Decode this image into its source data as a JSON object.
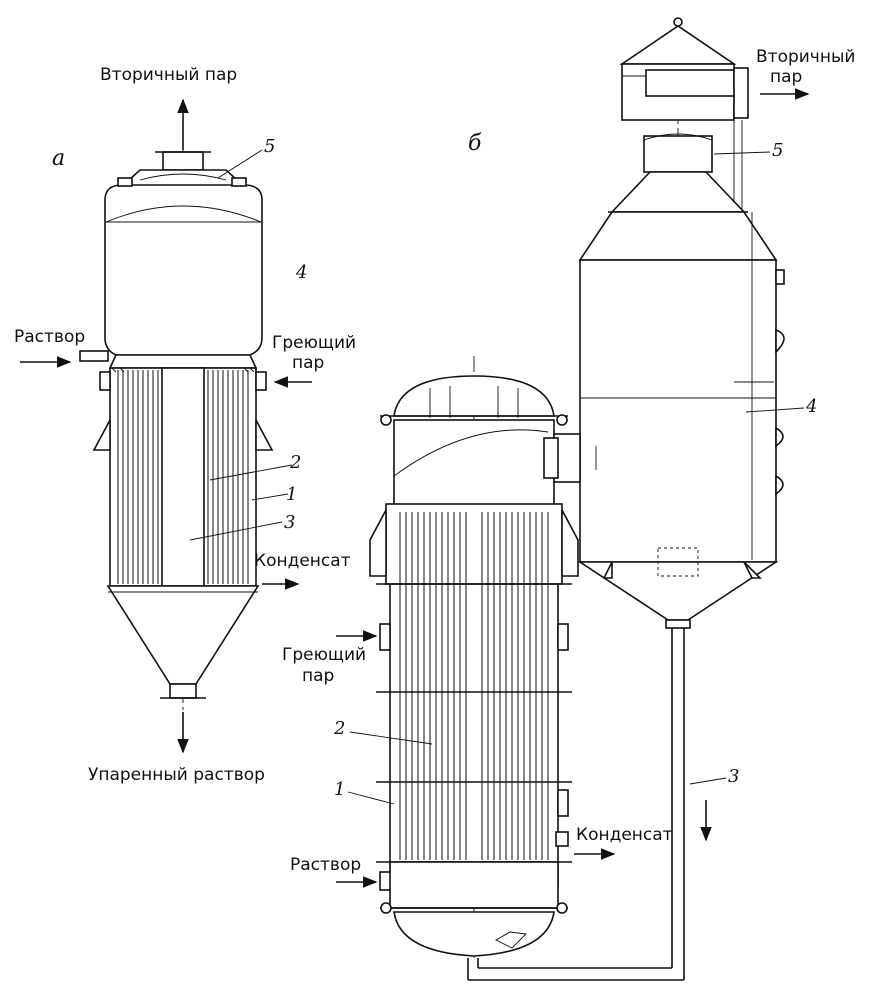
{
  "figure": {
    "panel_a": {
      "letter": "а",
      "labels": {
        "secondary_steam": "Вторичный пар",
        "solution": "Раствор",
        "heating_steam_1": "Греющий",
        "heating_steam_2": "пар",
        "condensate": "Конденсат",
        "evaporated_solution": "Упаренный раствор"
      },
      "callouts": [
        "1",
        "2",
        "3",
        "4",
        "5"
      ]
    },
    "panel_b": {
      "letter": "б",
      "labels": {
        "secondary_steam_1": "Вторичный",
        "secondary_steam_2": "пар",
        "heating_steam_1": "Греющий",
        "heating_steam_2": "пар",
        "condensate": "Конденсат",
        "solution": "Раствор"
      },
      "callouts": [
        "1",
        "2",
        "3",
        "4",
        "5"
      ]
    }
  }
}
